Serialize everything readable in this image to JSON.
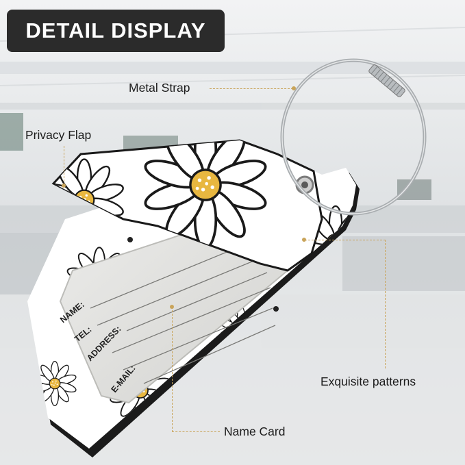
{
  "header": {
    "title": "DETAIL DISPLAY"
  },
  "callouts": {
    "metal_strap": "Metal Strap",
    "privacy_flap": "Privacy Flap",
    "exquisite_patterns": "Exquisite patterns",
    "name_card": "Name Card"
  },
  "name_card_fields": {
    "name": "NAME:",
    "tel": "TEL:",
    "address": "ADDRESS:",
    "email": "E-MAIL:"
  },
  "colors": {
    "badge_background": "#2b2b2b",
    "leader_line": "#c9a45a",
    "daisy_center": "#e8b740"
  }
}
